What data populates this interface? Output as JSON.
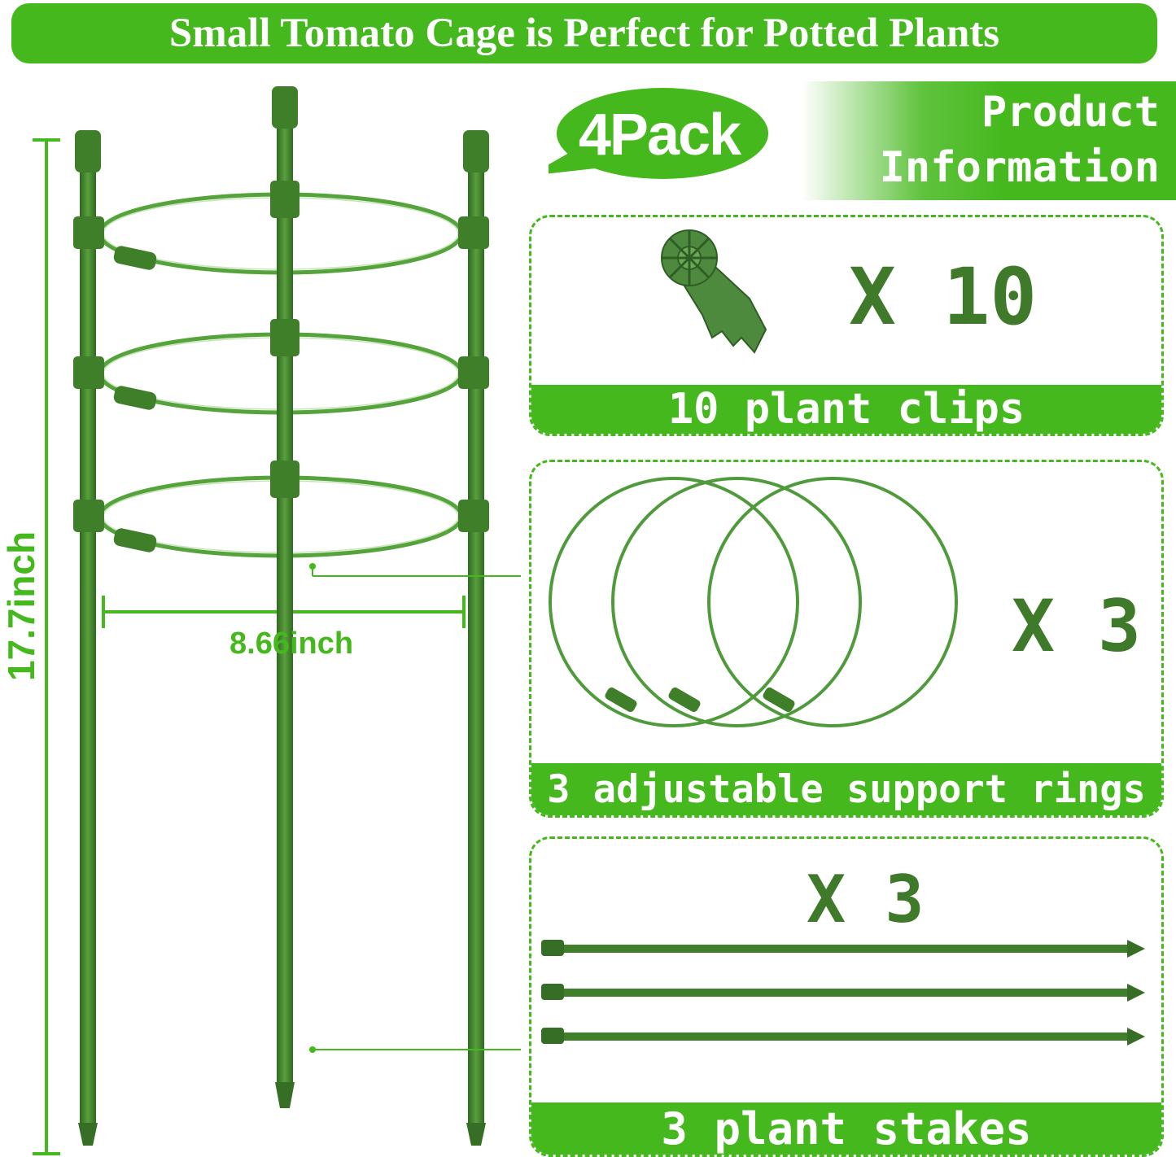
{
  "banner": {
    "title": "Small Tomato Cage is Perfect for Potted Plants"
  },
  "pack": {
    "label": "4Pack"
  },
  "info": {
    "line1": "Product",
    "line2": "Information"
  },
  "dimensions": {
    "height": "17.7inch",
    "width": "8.66inch"
  },
  "components": [
    {
      "quantity": "X 10",
      "label": "10 plant clips",
      "icon": "plant-clip-icon"
    },
    {
      "quantity": "X 3",
      "label": "3 adjustable support rings",
      "icon": "support-ring-icon"
    },
    {
      "quantity": "X 3",
      "label": "3 plant stakes",
      "icon": "plant-stake-icon"
    }
  ],
  "colors": {
    "brand_green": "#44b81c",
    "stake_green": "#3f7f2a",
    "ring_green": "#4f9a3a",
    "qty_text": "#3f7a2a"
  }
}
